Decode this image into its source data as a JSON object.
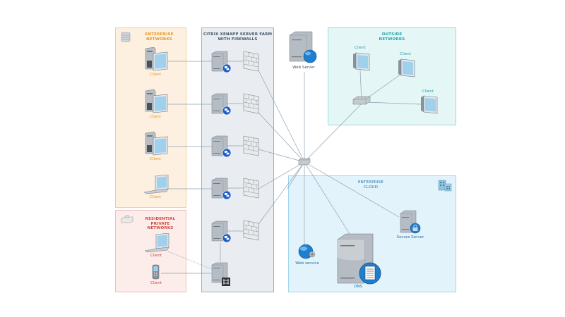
{
  "diagram": {
    "zones": {
      "enterprise_networks": {
        "title": "ENTERPRISE\nNETWORKS",
        "color": "#e8961e"
      },
      "residential_networks": {
        "title": "RESIDENTIAL\nPRIVATE NETWORKS",
        "color": "#d0443a"
      },
      "citrix_farm": {
        "title": "CITRIX XENAPP SERVER FARM\nWITH FIREWALLS",
        "color": "#3e5566"
      },
      "outside_networks": {
        "title": "OUTSIDE\nNETWORKS",
        "color": "#1fa3b0"
      },
      "enterprise_cloud": {
        "title": "ENTERPRISE\nCLOUD",
        "color": "#1f6fa8"
      }
    },
    "enterprise_clients": [
      {
        "label": "Client",
        "type": "desktop"
      },
      {
        "label": "Client",
        "type": "desktop"
      },
      {
        "label": "Client",
        "type": "desktop"
      },
      {
        "label": "Client",
        "type": "laptop"
      }
    ],
    "residential_clients": [
      {
        "label": "Client",
        "type": "laptop"
      },
      {
        "label": "Client",
        "type": "phone"
      }
    ],
    "outside_clients": [
      {
        "label": "Client"
      },
      {
        "label": "Client"
      },
      {
        "label": "Client"
      }
    ],
    "web_server": {
      "label": "Web Server"
    },
    "cloud_nodes": {
      "web_service": {
        "label": "Web service"
      },
      "dns": {
        "label": "DNS"
      },
      "secure_server": {
        "label": "Secure Server"
      }
    },
    "icons": {
      "enterprise_zone": "server-stack-icon",
      "residential_zone": "router-icon",
      "cloud_zone": "buildings-icon",
      "hub": "network-hub-icon",
      "switch": "network-switch-icon",
      "firewall": "firewall-icon",
      "citrix_server": "citrix-server-icon"
    }
  }
}
